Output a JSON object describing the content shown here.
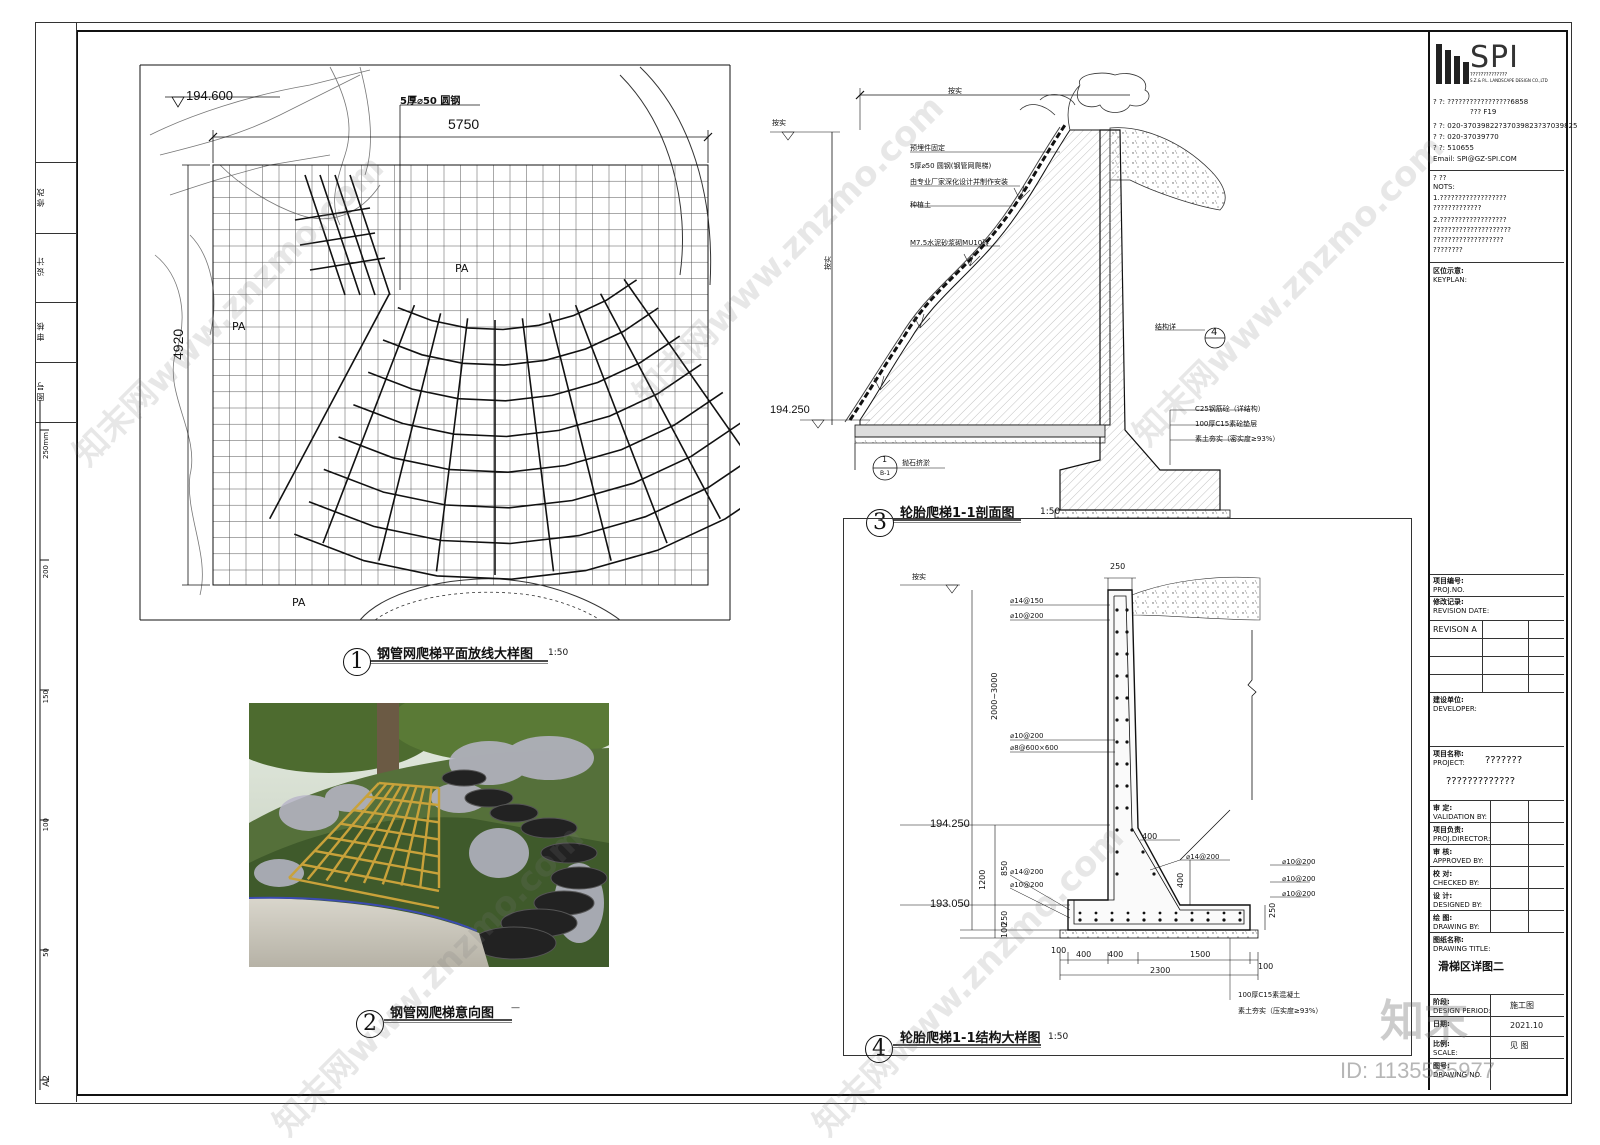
{
  "left_strip": {
    "cells": [
      "修 改",
      "设 计",
      "审 核",
      "图 号"
    ],
    "ruler": [
      "250mm",
      "200",
      "150",
      "100",
      "50",
      "A2"
    ]
  },
  "plan": {
    "title": "钢管网爬梯平面放线大样图",
    "number": "1",
    "scale": "1:50",
    "elev": "194.600",
    "width": "5750",
    "height": "4920",
    "callout": "5厚⌀50 圆钢",
    "labels": [
      "PA",
      "PA",
      "PA"
    ]
  },
  "photo": {
    "title": "钢管网爬梯意向图",
    "number": "2",
    "suffix": "—"
  },
  "section": {
    "title": "轮胎爬梯1-1剖面图",
    "number": "3",
    "scale": "1:50",
    "elev_top_label": "按实",
    "elev_left": "按实",
    "elev": "194.250",
    "notes": [
      "预埋件固定",
      "5厚⌀50 圆钢(钢管网爬梯)",
      "由专业厂家深化设计并制作安装",
      "种植土",
      "M7.5水泥砂浆砌MU10砖"
    ],
    "struct_label": "结构详",
    "struct_num": "4",
    "right_notes": [
      "C25钢筋砼（详结构）",
      "100厚C15素砼垫层",
      "素土夯实（密实度≥93%）"
    ],
    "bottom_note": "抛石挤淤",
    "cut_label": "1",
    "cut_sub": "B-1"
  },
  "structure": {
    "title": "轮胎爬梯1-1结构大样图",
    "number": "4",
    "scale": "1:50",
    "elev_top": "按实",
    "elev_mid": "194.250",
    "elev_low": "193.050",
    "top_width": "250",
    "wall_height": "2000~3000",
    "bars_left": [
      "⌀14@150",
      "⌀10@200",
      "⌀10@200",
      "⌀8@600×600"
    ],
    "bars_base": [
      "⌀14@200",
      "⌀10@200"
    ],
    "bars_right": [
      "⌀14@200",
      "⌀10@200",
      "⌀10@200",
      "⌀10@200"
    ],
    "dims_v": [
      "1200",
      "850",
      "250",
      "100"
    ],
    "dims_v_right": [
      "400",
      "250"
    ],
    "dim_400_top": "400",
    "dims_h": [
      "100",
      "400",
      "400",
      "1500",
      "100"
    ],
    "total": "2300",
    "foot_notes": [
      "100厚C15素混凝土",
      "素土夯实（压实度≥93%）"
    ]
  },
  "title_block": {
    "logo_text": "SPI",
    "company_line1": "??????????????",
    "company_line2": "S.Z.& P.L. LANDSCAPE DESIGN CO.,LTD",
    "addr": [
      "? ?: ?????????????????6858",
      "??? F19",
      "? ?: 020-37039822?37039823?37039825",
      "? ?: 020-37039770",
      "? ?: 510655",
      "Email: SPI@GZ-SPI.COM"
    ],
    "notes_head": "? ??",
    "notes_en": "NOTS:",
    "notes": [
      "1.??????????????????",
      "?????????????",
      "2.??????????????????",
      "?????????????????????",
      "???????????????????",
      "????????"
    ],
    "keyplan": "区位示意:",
    "keyplan_en": "KEYPLAN:",
    "proj_no": "项目编号:",
    "proj_no_en": "PROJ.NO.",
    "revision": "修改记录:",
    "revision_en": "REVISION DATE:",
    "revision_a": "REVISON A",
    "developer": "建设单位:",
    "developer_en": "DEVELOPER:",
    "project": "项目名称:",
    "project_en": "PROJECT:",
    "project_val1": "???????",
    "project_val2": "?????????????",
    "validation": "审 定:",
    "validation_en": "VALIDATION BY:",
    "director": "项目负责:",
    "director_en": "PROJ.DIRECTOR:",
    "approved": "审 核:",
    "approved_en": "APPROVED BY:",
    "checked": "校 对:",
    "checked_en": "CHECKED BY:",
    "designed": "设 计:",
    "designed_en": "DESIGNED BY:",
    "drawing": "绘 图:",
    "drawing_en": "DRAWING BY:",
    "drawing_title": "图纸名称:",
    "drawing_title_en": "DRAWING TITLE:",
    "drawing_title_val": "滑梯区详图二",
    "period": "阶段:",
    "period_en": "DESIGN PERIOD:",
    "period_val": "施工图",
    "date": "日期:",
    "date_val": "2021.10",
    "scale_label": "比例:",
    "scale_en": "SCALE:",
    "scale_val": "见 图",
    "no": "图号:",
    "no_en": "DRAWING NO."
  },
  "watermarks": {
    "brand": "知末",
    "id": "ID: 1135585977",
    "site": "知末网www.znzmo.com"
  },
  "colors": {
    "line": "#111111",
    "hatch": "#888888",
    "photo_sky": "#cfd8c8",
    "photo_green": "#5c7a3a",
    "ladder": "#c9a23a"
  }
}
